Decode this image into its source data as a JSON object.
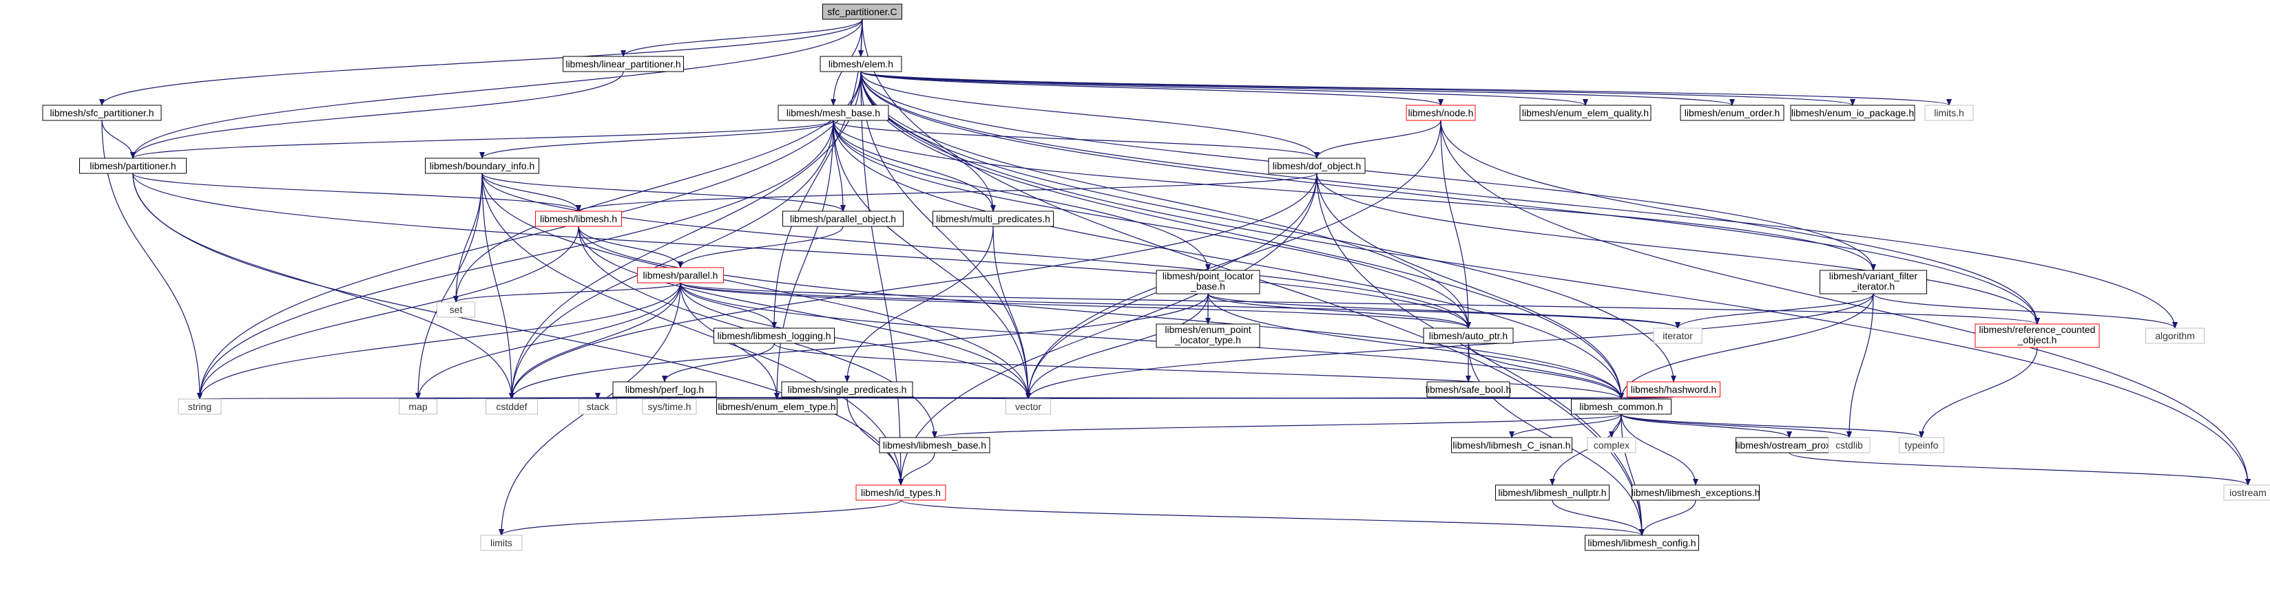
{
  "colors": {
    "edge": "#191970",
    "node_border": "#000000",
    "node_red_border": "#ff0000",
    "node_gray_border": "#bfbfbf",
    "root_fill": "#bfbfbf",
    "node_fill": "#ffffff",
    "gray_text": "#000000"
  },
  "nodes": [
    {
      "id": "n0",
      "label": "sfc_partitioner.C",
      "style": "root"
    },
    {
      "id": "n1",
      "label": "libmesh/linear_partitioner.h",
      "style": "normal"
    },
    {
      "id": "n2",
      "label": "libmesh/elem.h",
      "style": "normal"
    },
    {
      "id": "n3",
      "label": "libmesh/sfc_partitioner.h",
      "style": "normal"
    },
    {
      "id": "n4",
      "label": "libmesh/mesh_base.h",
      "style": "normal"
    },
    {
      "id": "n5",
      "label": "libmesh/node.h",
      "style": "red"
    },
    {
      "id": "n6",
      "label": "libmesh/enum_elem_quality.h",
      "style": "normal"
    },
    {
      "id": "n7",
      "label": "libmesh/enum_order.h",
      "style": "normal"
    },
    {
      "id": "n8",
      "label": "libmesh/enum_io_package.h",
      "style": "normal"
    },
    {
      "id": "n9",
      "label": "limits.h",
      "style": "gray"
    },
    {
      "id": "n10",
      "label": "libmesh/partitioner.h",
      "style": "normal"
    },
    {
      "id": "n11",
      "label": "libmesh/boundary_info.h",
      "style": "normal"
    },
    {
      "id": "n12",
      "label": "libmesh/dof_object.h",
      "style": "normal"
    },
    {
      "id": "n13",
      "label": "libmesh/libmesh.h",
      "style": "red"
    },
    {
      "id": "n14",
      "label": "libmesh/parallel_object.h",
      "style": "normal"
    },
    {
      "id": "n15",
      "label": "libmesh/multi_predicates.h",
      "style": "normal"
    },
    {
      "id": "n16",
      "label": "libmesh/parallel.h",
      "style": "red"
    },
    {
      "id": "n17",
      "label": "libmesh/point_locator\n_base.h",
      "style": "normal"
    },
    {
      "id": "n18",
      "label": "libmesh/variant_filter\n_iterator.h",
      "style": "normal"
    },
    {
      "id": "n19",
      "label": "libmesh/reference_counted\n_object.h",
      "style": "red"
    },
    {
      "id": "n20",
      "label": "algorithm",
      "style": "gray"
    },
    {
      "id": "n21",
      "label": "set",
      "style": "gray"
    },
    {
      "id": "n22",
      "label": "libmesh/libmesh_logging.h",
      "style": "normal"
    },
    {
      "id": "n23",
      "label": "libmesh/enum_point\n_locator_type.h",
      "style": "normal"
    },
    {
      "id": "n24",
      "label": "libmesh/auto_ptr.h",
      "style": "normal"
    },
    {
      "id": "n25",
      "label": "iterator",
      "style": "gray"
    },
    {
      "id": "n26",
      "label": "libmesh/perf_log.h",
      "style": "normal"
    },
    {
      "id": "n27",
      "label": "libmesh/single_predicates.h",
      "style": "normal"
    },
    {
      "id": "n28",
      "label": "libmesh/safe_bool.h",
      "style": "normal"
    },
    {
      "id": "n29",
      "label": "libmesh/hashword.h",
      "style": "red"
    },
    {
      "id": "n30",
      "label": "string",
      "style": "gray"
    },
    {
      "id": "n31",
      "label": "map",
      "style": "gray"
    },
    {
      "id": "n32",
      "label": "cstddef",
      "style": "gray"
    },
    {
      "id": "n33",
      "label": "stack",
      "style": "gray"
    },
    {
      "id": "n34",
      "label": "sys/time.h",
      "style": "gray"
    },
    {
      "id": "n35",
      "label": "libmesh/enum_elem_type.h",
      "style": "normal"
    },
    {
      "id": "n36",
      "label": "vector",
      "style": "gray"
    },
    {
      "id": "n37",
      "label": "libmesh_common.h",
      "style": "normal"
    },
    {
      "id": "n38",
      "label": "libmesh/libmesh_base.h",
      "style": "normal"
    },
    {
      "id": "n39",
      "label": "libmesh/libmesh_C_isnan.h",
      "style": "normal"
    },
    {
      "id": "n40",
      "label": "complex",
      "style": "gray"
    },
    {
      "id": "n41",
      "label": "libmesh/ostream_proxy.h",
      "style": "normal"
    },
    {
      "id": "n42",
      "label": "cstdlib",
      "style": "gray"
    },
    {
      "id": "n43",
      "label": "typeinfo",
      "style": "gray"
    },
    {
      "id": "n44",
      "label": "libmesh/id_types.h",
      "style": "red"
    },
    {
      "id": "n45",
      "label": "libmesh/libmesh_nullptr.h",
      "style": "normal"
    },
    {
      "id": "n46",
      "label": "libmesh/libmesh_exceptions.h",
      "style": "normal"
    },
    {
      "id": "n47",
      "label": "iostream",
      "style": "gray"
    },
    {
      "id": "n48",
      "label": "limits",
      "style": "gray"
    },
    {
      "id": "n49",
      "label": "libmesh/libmesh_config.h",
      "style": "normal"
    }
  ],
  "edges": [
    [
      "n0",
      "n1"
    ],
    [
      "n0",
      "n2"
    ],
    [
      "n0",
      "n3"
    ],
    [
      "n0",
      "n4"
    ],
    [
      "n0",
      "n10"
    ],
    [
      "n0",
      "n22"
    ],
    [
      "n0",
      "n49"
    ],
    [
      "n1",
      "n10"
    ],
    [
      "n2",
      "n5"
    ],
    [
      "n2",
      "n6"
    ],
    [
      "n2",
      "n7"
    ],
    [
      "n2",
      "n8"
    ],
    [
      "n2",
      "n9"
    ],
    [
      "n2",
      "n12"
    ],
    [
      "n2",
      "n15"
    ],
    [
      "n2",
      "n18"
    ],
    [
      "n2",
      "n19"
    ],
    [
      "n2",
      "n20"
    ],
    [
      "n2",
      "n21"
    ],
    [
      "n2",
      "n24"
    ],
    [
      "n2",
      "n29"
    ],
    [
      "n2",
      "n36"
    ],
    [
      "n2",
      "n37"
    ],
    [
      "n2",
      "n44"
    ],
    [
      "n2",
      "n47"
    ],
    [
      "n2",
      "n30"
    ],
    [
      "n2",
      "n32"
    ],
    [
      "n3",
      "n10"
    ],
    [
      "n3",
      "n30"
    ],
    [
      "n4",
      "n10"
    ],
    [
      "n4",
      "n11"
    ],
    [
      "n4",
      "n12"
    ],
    [
      "n4",
      "n14"
    ],
    [
      "n4",
      "n15"
    ],
    [
      "n4",
      "n17"
    ],
    [
      "n4",
      "n18"
    ],
    [
      "n4",
      "n24"
    ],
    [
      "n4",
      "n30"
    ],
    [
      "n4",
      "n32"
    ],
    [
      "n4",
      "n35"
    ],
    [
      "n4",
      "n36"
    ],
    [
      "n4",
      "n37"
    ],
    [
      "n5",
      "n12"
    ],
    [
      "n5",
      "n24"
    ],
    [
      "n5",
      "n19"
    ],
    [
      "n5",
      "n36"
    ],
    [
      "n5",
      "n47"
    ],
    [
      "n10",
      "n13"
    ],
    [
      "n10",
      "n24"
    ],
    [
      "n10",
      "n32"
    ],
    [
      "n10",
      "n44"
    ],
    [
      "n11",
      "n13"
    ],
    [
      "n11",
      "n21"
    ],
    [
      "n11",
      "n31"
    ],
    [
      "n11",
      "n32"
    ],
    [
      "n11",
      "n36"
    ],
    [
      "n11",
      "n44"
    ],
    [
      "n11",
      "n24"
    ],
    [
      "n11",
      "n14"
    ],
    [
      "n12",
      "n13"
    ],
    [
      "n12",
      "n19"
    ],
    [
      "n12",
      "n37"
    ],
    [
      "n12",
      "n44"
    ],
    [
      "n12",
      "n36"
    ],
    [
      "n12",
      "n49"
    ],
    [
      "n12",
      "n32"
    ],
    [
      "n13",
      "n16"
    ],
    [
      "n13",
      "n30"
    ],
    [
      "n13",
      "n36"
    ],
    [
      "n13",
      "n37"
    ],
    [
      "n13",
      "n38"
    ],
    [
      "n14",
      "n16"
    ],
    [
      "n15",
      "n27"
    ],
    [
      "n15",
      "n36"
    ],
    [
      "n16",
      "n21"
    ],
    [
      "n16",
      "n22"
    ],
    [
      "n16",
      "n24"
    ],
    [
      "n16",
      "n25"
    ],
    [
      "n16",
      "n19"
    ],
    [
      "n16",
      "n30"
    ],
    [
      "n16",
      "n31"
    ],
    [
      "n16",
      "n32"
    ],
    [
      "n16",
      "n35"
    ],
    [
      "n16",
      "n36"
    ],
    [
      "n16",
      "n37"
    ],
    [
      "n16",
      "n48"
    ],
    [
      "n17",
      "n23"
    ],
    [
      "n17",
      "n24"
    ],
    [
      "n17",
      "n32"
    ],
    [
      "n17",
      "n36"
    ],
    [
      "n17",
      "n37"
    ],
    [
      "n17",
      "n25"
    ],
    [
      "n18",
      "n20"
    ],
    [
      "n18",
      "n25"
    ],
    [
      "n18",
      "n36"
    ],
    [
      "n18",
      "n37"
    ],
    [
      "n18",
      "n42"
    ],
    [
      "n19",
      "n43"
    ],
    [
      "n22",
      "n26"
    ],
    [
      "n22",
      "n37"
    ],
    [
      "n24",
      "n28"
    ],
    [
      "n24",
      "n37"
    ],
    [
      "n24",
      "n49"
    ],
    [
      "n26",
      "n30"
    ],
    [
      "n26",
      "n31"
    ],
    [
      "n26",
      "n32"
    ],
    [
      "n26",
      "n33"
    ],
    [
      "n26",
      "n34"
    ],
    [
      "n26",
      "n36"
    ],
    [
      "n26",
      "n37"
    ],
    [
      "n27",
      "n32"
    ],
    [
      "n27",
      "n35"
    ],
    [
      "n27",
      "n36"
    ],
    [
      "n27",
      "n37"
    ],
    [
      "n27",
      "n44"
    ],
    [
      "n29",
      "n36"
    ],
    [
      "n29",
      "n37"
    ],
    [
      "n37",
      "n38"
    ],
    [
      "n37",
      "n39"
    ],
    [
      "n37",
      "n40"
    ],
    [
      "n37",
      "n41"
    ],
    [
      "n37",
      "n42"
    ],
    [
      "n37",
      "n43"
    ],
    [
      "n37",
      "n45"
    ],
    [
      "n37",
      "n46"
    ],
    [
      "n37",
      "n49"
    ],
    [
      "n38",
      "n44"
    ],
    [
      "n41",
      "n47"
    ],
    [
      "n44",
      "n48"
    ],
    [
      "n44",
      "n49"
    ],
    [
      "n45",
      "n49"
    ],
    [
      "n46",
      "n49"
    ]
  ]
}
